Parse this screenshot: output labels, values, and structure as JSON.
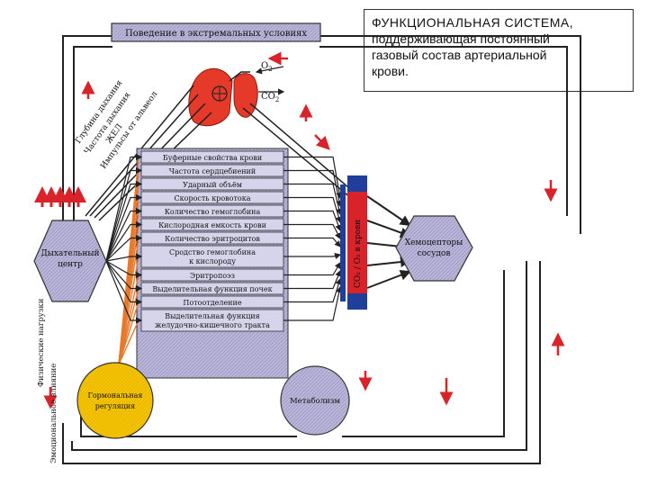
{
  "title": {
    "heading": "ФУНКЦИОНАЛЬНАЯ СИСТЕМА,",
    "line1": "поддерживающая постоянный",
    "line2": "газовый состав артериальной",
    "line3": "крови."
  },
  "top_box": "Поведение в экстремальных условиях",
  "lung": {
    "o2": "O",
    "o2_sub": "2",
    "co2": "CO",
    "co2_sub": "2"
  },
  "diagonal_labels": [
    "Глубина дыхания",
    "Частота дыхания",
    "ЖЕЛ",
    "Импульсы от альвеол"
  ],
  "factors": [
    "Буферные свойства крови",
    "Частота сердцебиений",
    "Ударный объём",
    "Скорость кровотока",
    "Количество гемоглобина",
    "Кислородная емкость крови",
    "Количество эритроцитов",
    "Сродство гемоглобина к кислороду",
    "Эритропоэз",
    "Выделительная функция почек",
    "Потоотделение",
    "Выделительная функция желудочно-кишечного тракта"
  ],
  "resp_center": [
    "Дыхательный",
    "центр"
  ],
  "hormonal": [
    "Гормональная",
    "регуляция"
  ],
  "metabolism": "Метаболизм",
  "chemoreceptors": [
    "Хемоцепторы",
    "сосудов"
  ],
  "blood_bar": "CO₂ / O₂  в крови",
  "side_labels": [
    "Физические нагрузки",
    "Эмоциональное влияние"
  ],
  "colors": {
    "lung": "#e53a2a",
    "blood_bar": "#d8232a",
    "hormonal": "#f5c400",
    "blue_block": "#1f3f9a",
    "orange": "#e8782a",
    "arrow_red": "#d8232a",
    "box_fill": "#c7c4de",
    "box_border": "#333333"
  }
}
